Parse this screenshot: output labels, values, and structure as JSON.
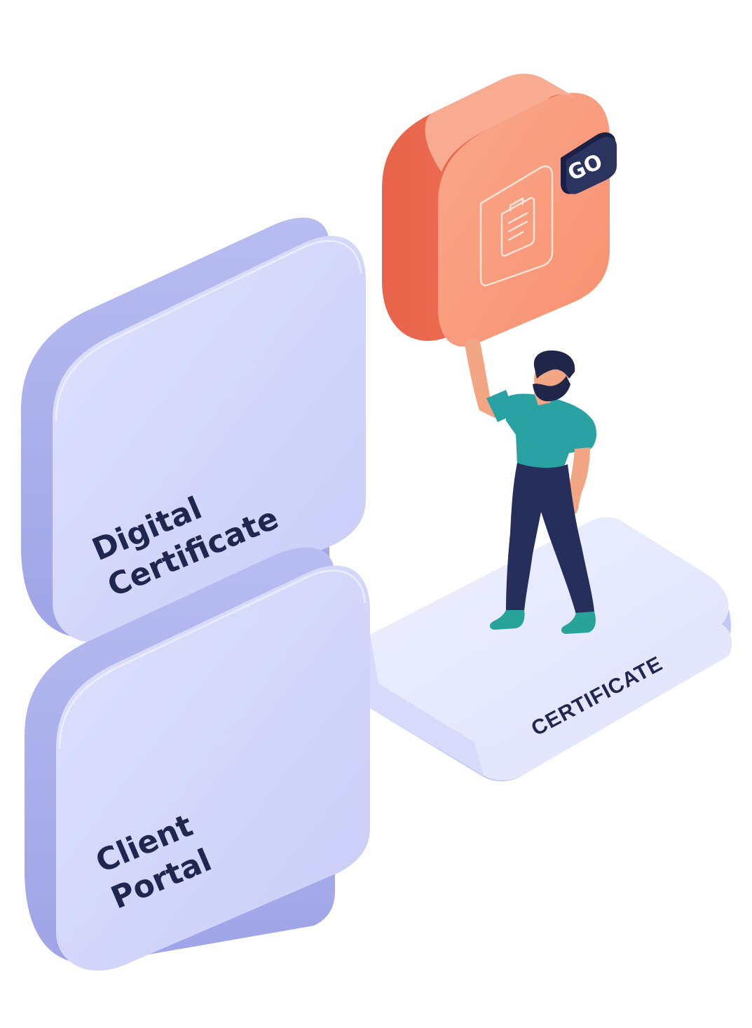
{
  "tiles": {
    "digital_certificate": {
      "line1": "Digital",
      "line2": "Certificate"
    },
    "client_portal": {
      "line1": "Client",
      "line2": "Portal"
    }
  },
  "platform": {
    "label": "CERTIFICATE"
  },
  "action_block": {
    "badge_label": "GO",
    "icon": "clipboard-icon"
  },
  "person": {
    "icon": "person-figure"
  },
  "colors": {
    "tile_face": "#d3d7fb",
    "tile_side": "#a9aeea",
    "orange_face": "#fa9d7f",
    "orange_side": "#e86b52",
    "badge": "#252c57",
    "text": "#1f2650",
    "shirt": "#2aa2a4",
    "pants": "#262e5c",
    "skin": "#f2a684",
    "hair": "#20264a"
  }
}
